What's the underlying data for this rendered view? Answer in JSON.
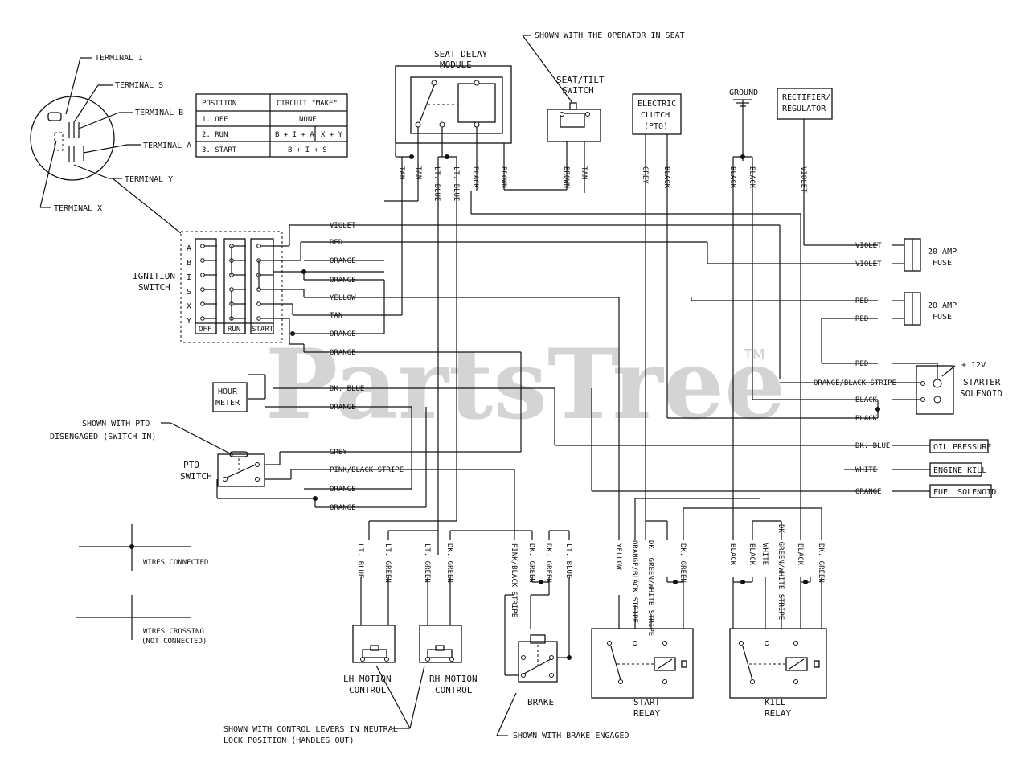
{
  "watermark": {
    "text": "PartsTree",
    "tm": "TM"
  },
  "key_switch": {
    "terminal_i": "TERMINAL I",
    "terminal_s": "TERMINAL S",
    "terminal_b": "TERMINAL B",
    "terminal_a": "TERMINAL A",
    "terminal_y": "TERMINAL Y",
    "terminal_x": "TERMINAL X"
  },
  "position_table": {
    "headers": [
      "POSITION",
      "CIRCUIT \"MAKE\""
    ],
    "rows": [
      {
        "position": "1. OFF",
        "circuit": "NONE"
      },
      {
        "position": "2. RUN",
        "circuit_a": "B + I + A",
        "circuit_b": "X + Y"
      },
      {
        "position": "3. START",
        "circuit": "B + I + S"
      }
    ]
  },
  "ignition_switch": {
    "label": [
      "IGNITION",
      "SWITCH"
    ],
    "terminals": [
      "A",
      "B",
      "I",
      "S",
      "X",
      "Y"
    ],
    "positions": [
      "OFF",
      "RUN",
      "START"
    ]
  },
  "seat_delay_module": {
    "label": [
      "SEAT DELAY",
      "MODULE"
    ]
  },
  "operator_note": "SHOWN WITH THE OPERATOR IN SEAT",
  "seat_switch": {
    "label": [
      "SEAT/TILT",
      "SWITCH"
    ]
  },
  "electric_clutch": {
    "label": [
      "ELECTRIC",
      "CLUTCH",
      "(PTO)"
    ]
  },
  "ground": {
    "label": "GROUND"
  },
  "rectifier": {
    "label": [
      "RECTIFIER/",
      "REGULATOR"
    ]
  },
  "fuses": [
    {
      "label": [
        "20 AMP",
        "FUSE"
      ]
    },
    {
      "label": [
        "20 AMP",
        "FUSE"
      ]
    }
  ],
  "starter_solenoid": {
    "label": [
      "STARTER",
      "SOLENOID"
    ],
    "voltage": "+ 12V"
  },
  "hour_meter": {
    "label": [
      "HOUR",
      "METER"
    ]
  },
  "pto_note": [
    "SHOWN WITH PTO",
    "DISENGAGED (SWITCH IN)"
  ],
  "pto_switch": {
    "label": [
      "PTO",
      "SWITCH"
    ]
  },
  "sensors": {
    "oil_pressure": "OIL PRESSURE",
    "engine_kill": "ENGINE KILL",
    "fuel_solenoid": "FUEL SOLENOID"
  },
  "legend": {
    "connected": "WIRES CONNECTED",
    "crossing": [
      "WIRES CROSSING",
      "(NOT CONNECTED)"
    ]
  },
  "motion_controls": {
    "lh": [
      "LH MOTION",
      "CONTROL"
    ],
    "rh": [
      "RH MOTION",
      "CONTROL"
    ]
  },
  "brake": {
    "label": "BRAKE",
    "note": "SHOWN WITH BRAKE ENGAGED"
  },
  "start_relay": {
    "label": [
      "START",
      "RELAY"
    ]
  },
  "kill_relay": {
    "label": [
      "KILL",
      "RELAY"
    ]
  },
  "lever_note": [
    "SHOWN WITH CONTROL LEVERS IN NEUTRAL",
    "LOCK POSITION (HANDLES OUT)"
  ],
  "left_wire_labels": [
    "VIOLET",
    "RED",
    "ORANGE",
    "ORANGE",
    "YELLOW",
    "TAN",
    "ORANGE",
    "ORANGE",
    "DK. BLUE",
    "ORANGE",
    "GREY",
    "PINK/BLACK STRIPE",
    "ORANGE",
    "ORANGE"
  ],
  "right_wire_labels": [
    "VIOLET",
    "VIOLET",
    "RED",
    "RED",
    "RED",
    "ORANGE/BLACK STRIPE",
    "BLACK",
    "BLACK",
    "DK. BLUE",
    "WHITE",
    "ORANGE"
  ],
  "top_wire_labels": [
    "TAN",
    "TAN",
    "LT. BLUE",
    "LT. BLUE",
    "BLACK",
    "BROWN",
    "BROWN",
    "TAN",
    "GREY",
    "BLACK",
    "BLACK",
    "BLACK",
    "VIOLET"
  ],
  "bottom_wire_labels": [
    "LT. BLUE",
    "LT. GREEN",
    "LT. GREEN",
    "DK. GREEN",
    "PINK/BLACK STRIPE",
    "DK. GREEN",
    "DK. GREEN",
    "LT. BLUE",
    "YELLOW",
    "ORANGE/BLACK STRIPE",
    "DK. GREEN/WHITE STRIPE",
    "DK. GREEN",
    "BLACK",
    "BLACK",
    "WHITE",
    "DK. GREEN/WHITE STRIPE",
    "BLACK",
    "DK. GREEN"
  ]
}
